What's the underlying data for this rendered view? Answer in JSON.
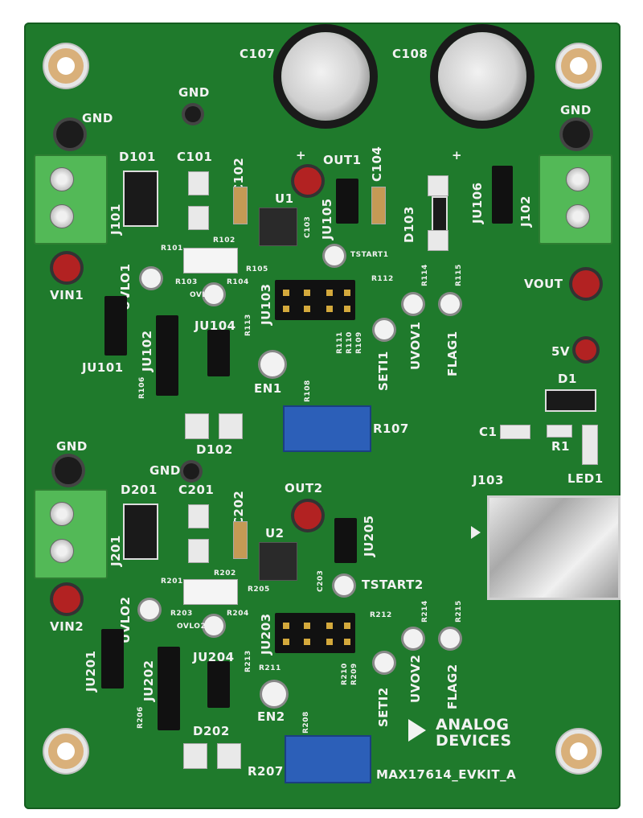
{
  "board": {
    "name": "MAX17614_EVKIT_A",
    "brand_line1": "ANALOG",
    "brand_line2": "DEVICES"
  },
  "labels": {
    "c107": "C107",
    "c108": "C108",
    "gnd_a": "GND",
    "gnd_b": "GND",
    "gnd_c": "GND",
    "gnd_d": "GND",
    "gnd_e": "GND",
    "d101": "D101",
    "c101": "C101",
    "c102": "C102",
    "u1": "U1",
    "out1": "OUT1",
    "c104": "C104",
    "c103": "C103",
    "ju105": "JU105",
    "d103": "D103",
    "ju106": "JU106",
    "j101": "J101",
    "j102": "J102",
    "j103": "J103",
    "r101": "R101",
    "r102": "R102",
    "r103": "R103",
    "r104": "R104",
    "r105": "R105",
    "tstart1": "TSTART1",
    "r112": "R112",
    "r114": "R114",
    "r115": "R115",
    "vin1": "VIN1",
    "uvlo1": "UVLO1",
    "ovlo1": "OVLO1",
    "vout": "VOUT",
    "ju103": "JU103",
    "ju102": "JU102",
    "ju101": "JU101",
    "ju104": "JU104",
    "r113": "R113",
    "r111": "R111",
    "r110": "R110",
    "r109": "R109",
    "uvov1": "UVOV1",
    "flag1": "FLAG1",
    "seti1": "SETI1",
    "en1": "EN1",
    "r106": "R106",
    "r108": "R108",
    "r107": "R107",
    "5v": "5V",
    "d1": "D1",
    "c1": "C1",
    "r1": "R1",
    "led1": "LED1",
    "d102": "D102",
    "d201": "D201",
    "c201": "C201",
    "c202": "C202",
    "u2": "U2",
    "out2": "OUT2",
    "ju205": "JU205",
    "j201": "J201",
    "r201": "R201",
    "r202": "R202",
    "r203": "R203",
    "r204": "R204",
    "r205": "R205",
    "tstart2": "TSTART2",
    "r212": "R212",
    "r214": "R214",
    "r215": "R215",
    "vin2": "VIN2",
    "uvlo2": "UVLO2",
    "ovlo2": "OVLO2",
    "c203": "C203",
    "ju203": "JU203",
    "ju202": "JU202",
    "ju201": "JU201",
    "ju204": "JU204",
    "r213": "R213",
    "r211": "R211",
    "r210": "R210",
    "r209": "R209",
    "uvov2": "UVOV2",
    "flag2": "FLAG2",
    "seti2": "SETI2",
    "en2": "EN2",
    "r206": "R206",
    "r208": "R208",
    "r207": "R207",
    "d202": "D202"
  },
  "colors": {
    "pcb": "#1f7a2c",
    "silkscreen": "#f2f2f2",
    "terminal": "#53b957",
    "testpoint_red": "#b22222",
    "potentiometer": "#2c5fb8"
  }
}
